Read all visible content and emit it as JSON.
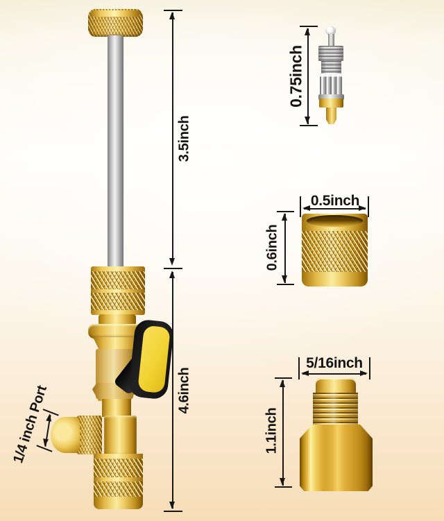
{
  "labels": {
    "shaft_length": "3.5inch",
    "body_length": "4.6inch",
    "core_length": "0.75inch",
    "cap_width": "0.5inch",
    "cap_height": "0.6inch",
    "adapter_width": "5/16inch",
    "adapter_height": "1.1inch",
    "port_label": "1/4 inch Port"
  },
  "colors": {
    "annotation": "#171717",
    "brass_highlight": "#FBEC9E",
    "brass_mid": "#DFAF3C",
    "brass_shadow": "#7F5404",
    "handle_black": "#1B1B1B",
    "handle_yellow": "#F2D334",
    "steel_light": "#F2F2F2",
    "steel_dark": "#6F6F6F",
    "background_top": "#F5EED8",
    "background_middle": "#FEFDF8",
    "background_bottom": "#F6DDB7"
  }
}
